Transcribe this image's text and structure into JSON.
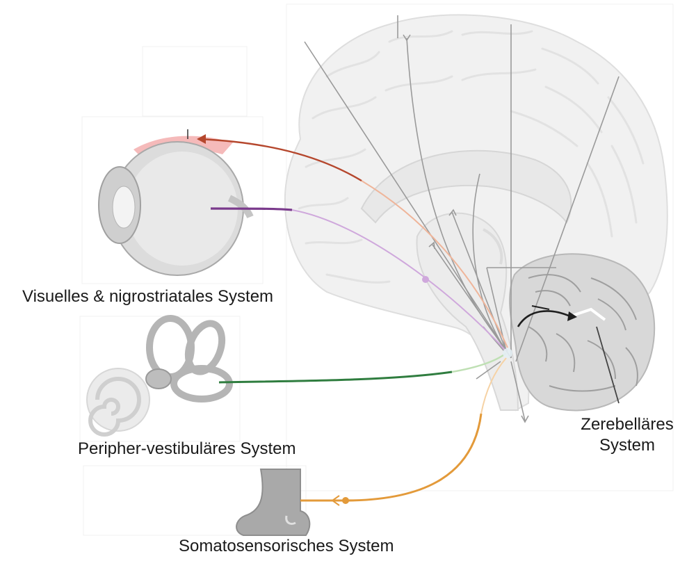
{
  "labels": {
    "visual": "Visuelles & nigrostriatales System",
    "vestibular": "Peripher-vestibuläres System",
    "somatosensory": "Somatosensorisches System",
    "cerebellar_line1": "Zerebelläres",
    "cerebellar_line2": "System"
  },
  "colors": {
    "visual_pathway": "#b5472d",
    "nigrostriatal_pathway": "#7a3a8c",
    "vestibular_pathway": "#2f7d3f",
    "somatosensory_pathway": "#e39a3a",
    "cerebellar_pathway": "#1f1f1f",
    "central_projection": "#9a9a9a"
  },
  "icons": [
    "brain-icon",
    "eye-icon",
    "inner-ear-icon",
    "foot-icon",
    "cerebellum-icon"
  ]
}
